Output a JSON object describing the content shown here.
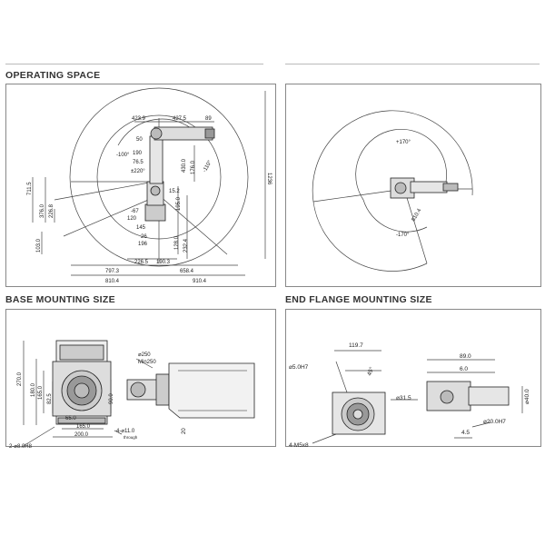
{
  "sections": {
    "operating": "OPERATING SPACE",
    "base": "BASE MOUNTING SIZE",
    "flange": "END FLANGE MOUNTING SIZE"
  },
  "side_view": {
    "top_dims": [
      "423.9",
      "427.5",
      "89"
    ],
    "right_dim": "1236",
    "left_dims": [
      "711.5",
      "376.0",
      "226.8",
      "103.0"
    ],
    "angle_labels": [
      "50",
      "-100°",
      "190",
      "76.5",
      "±220°",
      "430.0",
      "176.0",
      "-110°",
      "15.2",
      "-67",
      "120",
      "145",
      "26",
      "196",
      "226.5",
      "190.3",
      "128.0",
      "232.4",
      "195.0"
    ],
    "bottom_dims": [
      "797.3",
      "658.4",
      "810.4",
      "910.4"
    ]
  },
  "top_view": {
    "labels": [
      "+170°",
      "-170°",
      "810.4"
    ]
  },
  "base": {
    "left_dims": [
      "270.0",
      "180.0",
      "165.0",
      "82.5"
    ],
    "right_dim": "90.0",
    "bottom_dims": [
      "65.0",
      "165.0",
      "200.0"
    ],
    "holes_label": "2-⌀8.0H8",
    "bolt_label": "4-⌀11.0",
    "bolt_sub": "through",
    "diam_label": "⌀250",
    "depth_label": "Min250",
    "side_dim": "20"
  },
  "flange": {
    "dims": [
      "119.7",
      "89.0",
      "6.0",
      "⌀5.0H7",
      "45°",
      "⌀31.5",
      "⌀40.0",
      "⌀20.0H7",
      "4.5",
      "4-M5x8"
    ]
  }
}
